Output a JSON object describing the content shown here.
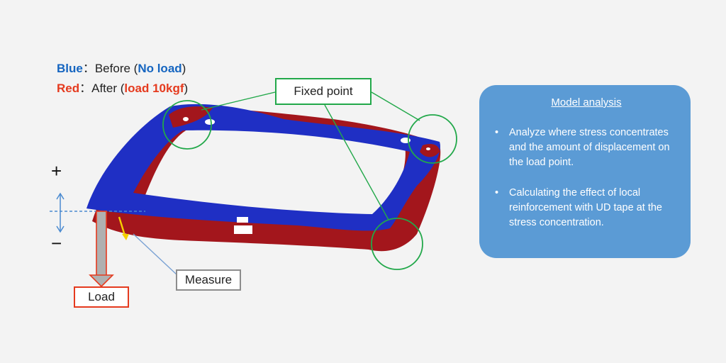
{
  "legend": {
    "blue_key": "Blue",
    "blue_sep": "：Before (",
    "blue_value": "No load",
    "blue_close": ")",
    "red_key": "Red",
    "red_sep": "：After (",
    "red_value": "load 10kgf",
    "red_close": ")"
  },
  "callouts": {
    "fixed_point": "Fixed point",
    "measure": "Measure",
    "load": "Load"
  },
  "axis_signs": {
    "plus": "+",
    "minus": "−"
  },
  "panel": {
    "title": "Model analysis",
    "bullets": [
      "Analyze where stress concentrates and the amount of displacement on the load point.",
      "Calculating the effect of local reinforcement with UD tape at the stress concentration."
    ]
  },
  "colors": {
    "blue_model": "#1f2fc4",
    "red_model": "#a3161c",
    "fixed_circle": "#22a84a",
    "panel_bg": "#5b9bd5",
    "load_arrow": "#b0b0b0",
    "measure_arrow": "#f5d000"
  }
}
